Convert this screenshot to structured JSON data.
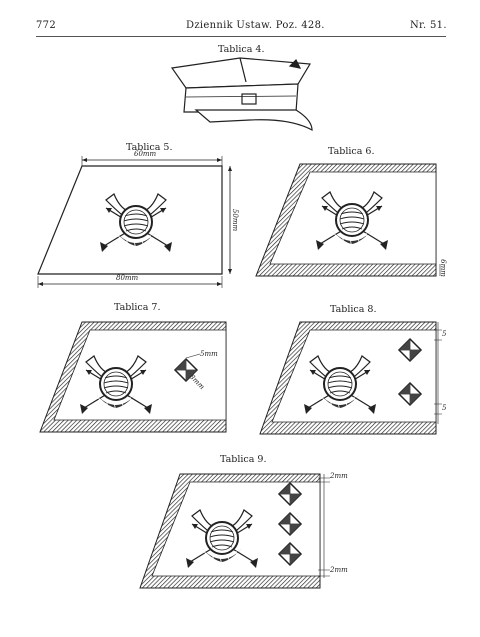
{
  "header": {
    "page_number": "772",
    "title": "Dziennik Ustaw. Poz. 428.",
    "issue": "Nr. 51."
  },
  "plates": {
    "p4": "Tablica 4.",
    "p5": "Tablica 5.",
    "p6": "Tablica 6.",
    "p7": "Tablica 7.",
    "p8": "Tablica 8.",
    "p9": "Tablica 9."
  },
  "dimensions": {
    "p5_top": "60mm",
    "p5_side": "50mm",
    "p5_bottom": "80mm",
    "p6_border": "6mm",
    "p7_a": "5mm",
    "p7_b": "8mm",
    "p8_top": "5",
    "p8_bottom": "5",
    "p9_top": "2mm",
    "p9_bottom": "2mm"
  },
  "icons": [
    "military-cap",
    "hunting-horn-badge",
    "diamond-star"
  ]
}
